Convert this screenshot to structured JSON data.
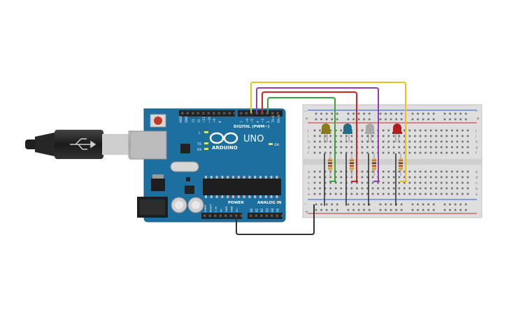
{
  "board": {
    "name": "ARDUINO",
    "model": "UNO",
    "digital_label": "DIGITAL (PWM~)",
    "power_label": "POWER",
    "analog_label": "ANALOG IN",
    "on_label": "ON",
    "l_label": "L",
    "tx_label": "TX",
    "rx_label": "RX",
    "aref_label": "AREF",
    "gnd_label": "GND",
    "digital_pins": [
      "13",
      "12",
      "~11",
      "~10",
      "~9",
      "8",
      "7",
      "~6",
      "~5",
      "4",
      "~3",
      "2",
      "TX→1",
      "RX←0"
    ],
    "power_pins": [
      "IOREF",
      "RESET",
      "3.3V",
      "5V",
      "GND",
      "GND",
      "Vin"
    ],
    "analog_pins": [
      "A0",
      "A1",
      "A2",
      "A3",
      "A4",
      "A5"
    ]
  },
  "breadboard": {
    "row_letters_top": [
      "j",
      "i",
      "h",
      "g",
      "f"
    ],
    "row_letters_bottom": [
      "e",
      "d",
      "c",
      "b",
      "a"
    ],
    "plus_label": "+",
    "minus_label": "-"
  },
  "leds": [
    {
      "name": "led-olive",
      "color": "#8b7a1a"
    },
    {
      "name": "led-blue",
      "color": "#1f6f8b"
    },
    {
      "name": "led-gray",
      "color": "#a8a8a8"
    },
    {
      "name": "led-red",
      "color": "#b01e1e"
    }
  ],
  "wires": [
    {
      "name": "wire-yellow",
      "color": "#e8c21a"
    },
    {
      "name": "wire-purple",
      "color": "#8e3fb0"
    },
    {
      "name": "wire-red",
      "color": "#d0241f"
    },
    {
      "name": "wire-green",
      "color": "#3ca53a"
    },
    {
      "name": "wire-gnd",
      "color": "#333333"
    }
  ]
}
